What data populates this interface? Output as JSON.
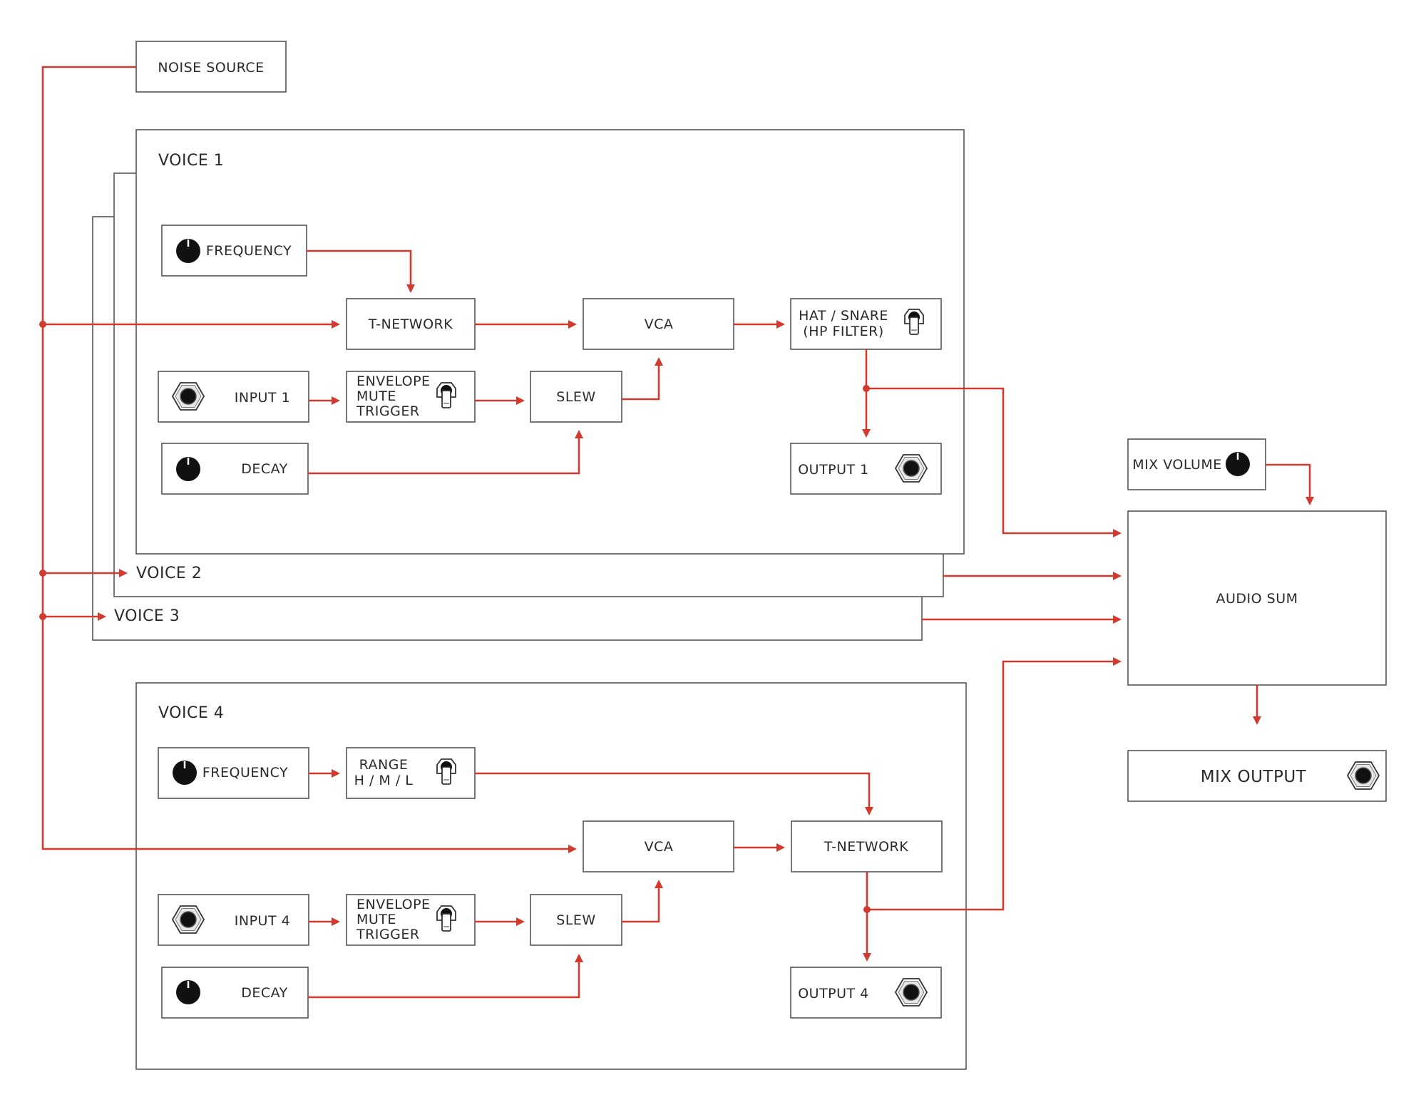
{
  "noise_source": "NOISE SOURCE",
  "voice1": {
    "title": "VOICE 1",
    "frequency": "FREQUENCY",
    "t_network": "T-NETWORK",
    "vca": "VCA",
    "hat_snare_line1": "HAT / SNARE",
    "hat_snare_line2": "(HP FILTER)",
    "input": "INPUT 1",
    "env_line1": "ENVELOPE",
    "env_line2": "MUTE",
    "env_line3": "TRIGGER",
    "slew": "SLEW",
    "decay": "DECAY",
    "output": "OUTPUT 1"
  },
  "voice2": {
    "title": "VOICE 2"
  },
  "voice3": {
    "title": "VOICE 3"
  },
  "voice4": {
    "title": "VOICE 4",
    "frequency": "FREQUENCY",
    "range_line1": "RANGE",
    "range_line2": "H / M / L",
    "vca": "VCA",
    "t_network": "T-NETWORK",
    "input": "INPUT 4",
    "env_line1": "ENVELOPE",
    "env_line2": "MUTE",
    "env_line3": "TRIGGER",
    "slew": "SLEW",
    "decay": "DECAY",
    "output": "OUTPUT 4"
  },
  "mix_volume": "MIX VOLUME",
  "audio_sum": "AUDIO SUM",
  "mix_output": "MIX OUTPUT",
  "colors": {
    "signal_wire": "#d23a2f",
    "box_stroke": "#555555",
    "knob": "#111111"
  },
  "icons": {
    "knob": "knob-icon",
    "jack": "jack-icon",
    "toggle": "toggle-switch-icon"
  }
}
